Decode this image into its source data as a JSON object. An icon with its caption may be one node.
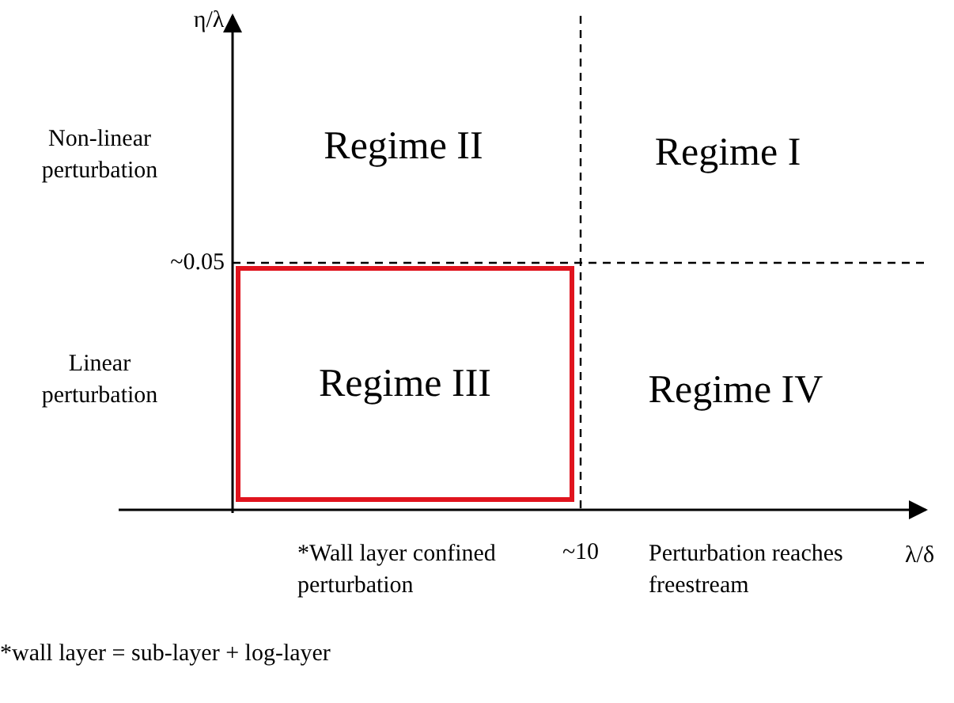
{
  "diagram": {
    "nodes": [
      {
        "text": [
          "Regime III"
        ]
      }
    ],
    "labels": [
      "η/λ",
      "Non-linear perturbation",
      "Regime II",
      "Regime I",
      "~0.05",
      "Linear perturbation",
      "Regime IV",
      "*Wall layer confined perturbation",
      "~10",
      "Perturbation reaches freestream",
      "λ/δ",
      "*wall layer = sub-layer + log-layer"
    ]
  }
}
